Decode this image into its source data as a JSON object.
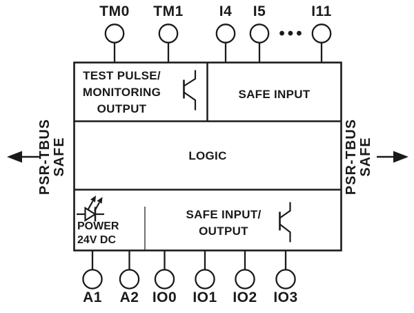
{
  "terminals": {
    "top": [
      {
        "label": "TM0"
      },
      {
        "label": "TM1"
      },
      {
        "label": "I4"
      },
      {
        "label": "I5"
      },
      {
        "label": "I11"
      }
    ],
    "ellipsis": "•••",
    "bottom": [
      {
        "label": "A1"
      },
      {
        "label": "A2"
      },
      {
        "label": "IO0"
      },
      {
        "label": "IO1"
      },
      {
        "label": "IO2"
      },
      {
        "label": "IO3"
      }
    ]
  },
  "blocks": {
    "test_pulse": {
      "line1": "TEST PULSE/",
      "line2": "MONITORING",
      "line3": "OUTPUT"
    },
    "safe_input": {
      "label": "SAFE INPUT"
    },
    "logic": {
      "label": "LOGIC"
    },
    "power": {
      "line1": "POWER",
      "line2": "24V DC"
    },
    "safe_io": {
      "line1": "SAFE INPUT/",
      "line2": "OUTPUT"
    }
  },
  "bus_left": {
    "line1": "PSR-TBUS",
    "line2": "SAFE"
  },
  "bus_right": {
    "line1": "PSR-TBUS",
    "line2": "SAFE"
  },
  "icons": {
    "led": "led-indicator",
    "semiconductor_top": "semiconductor-switch-output",
    "semiconductor_bottom": "semiconductor-switch-output",
    "arrow_left": "bus-arrow-left",
    "arrow_right": "bus-arrow-right"
  },
  "colors": {
    "line": "#1a1a1a",
    "background": "#ffffff",
    "thin_divider": "#4d4d4d"
  }
}
